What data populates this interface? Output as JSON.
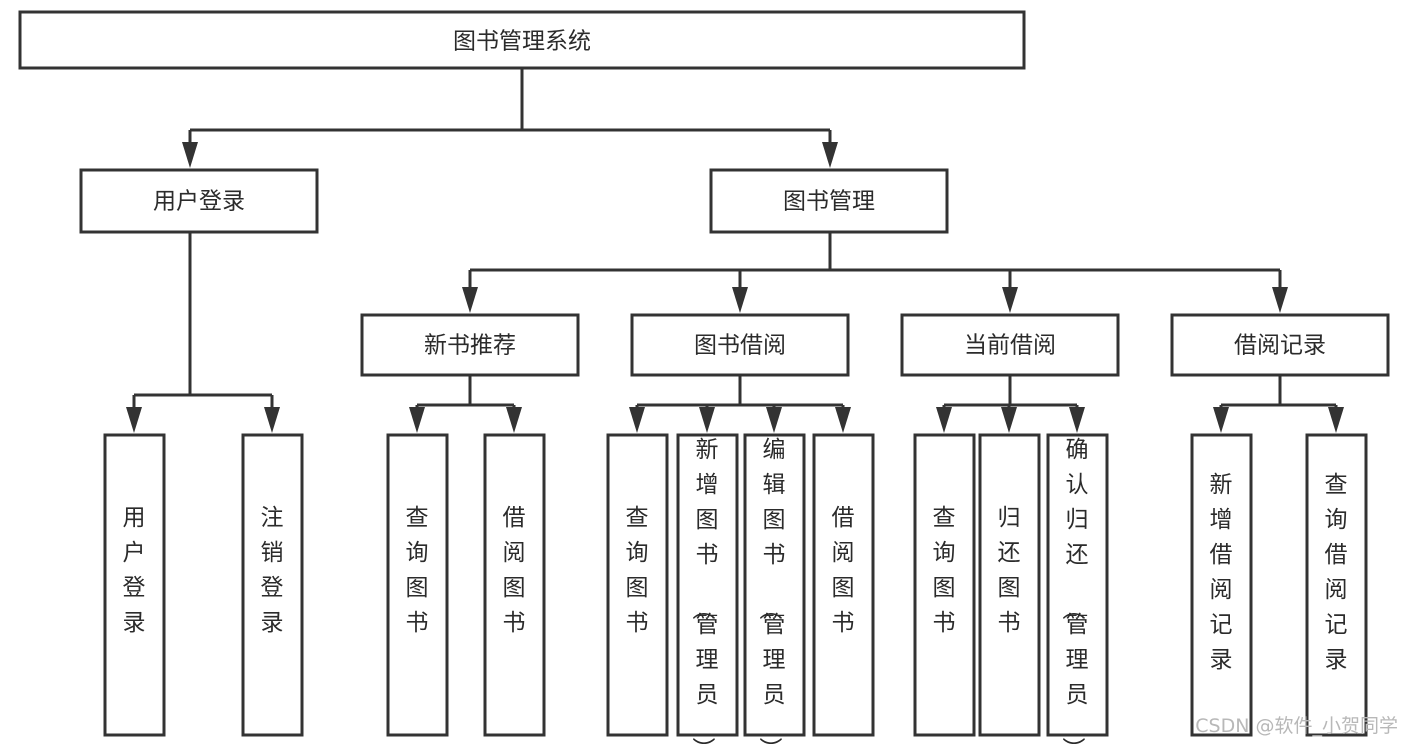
{
  "diagram": {
    "title": "图书管理系统",
    "type": "tree-hierarchy",
    "root": {
      "id": "root",
      "label": "图书管理系统",
      "level": 0
    },
    "level2": [
      {
        "id": "user-login",
        "label": "用户登录",
        "level": 1
      },
      {
        "id": "book-manage",
        "label": "图书管理",
        "level": 1
      }
    ],
    "level3": [
      {
        "id": "new-book-recommend",
        "label": "新书推荐",
        "level": 2,
        "parent": "book-manage"
      },
      {
        "id": "book-borrow",
        "label": "图书借阅",
        "level": 2,
        "parent": "book-manage"
      },
      {
        "id": "current-borrow",
        "label": "当前借阅",
        "level": 2,
        "parent": "book-manage"
      },
      {
        "id": "borrow-record",
        "label": "借阅记录",
        "level": 2,
        "parent": "book-manage"
      }
    ],
    "leaves": [
      {
        "id": "leaf-user-login",
        "label": "用户登录",
        "parent": "user-login"
      },
      {
        "id": "leaf-logout-login",
        "label": "注销登录",
        "parent": "user-login"
      },
      {
        "id": "leaf-query-book-rec",
        "label": "查询图书",
        "parent": "new-book-recommend"
      },
      {
        "id": "leaf-borrow-book-rec",
        "label": "借阅图书",
        "parent": "new-book-recommend"
      },
      {
        "id": "leaf-query-book-borrow",
        "label": "查询图书",
        "parent": "book-borrow"
      },
      {
        "id": "leaf-add-book-admin",
        "label": "新增图书（管理员）",
        "parent": "book-borrow"
      },
      {
        "id": "leaf-edit-book-admin",
        "label": "编辑图书（管理员）",
        "parent": "book-borrow"
      },
      {
        "id": "leaf-borrow-book",
        "label": "借阅图书",
        "parent": "book-borrow"
      },
      {
        "id": "leaf-query-book-current",
        "label": "查询图书",
        "parent": "current-borrow"
      },
      {
        "id": "leaf-return-book",
        "label": "归还图书",
        "parent": "current-borrow"
      },
      {
        "id": "leaf-confirm-return-admin",
        "label": "确认归还（管理员）",
        "parent": "current-borrow"
      },
      {
        "id": "leaf-add-borrow-record",
        "label": "新增借阅记录",
        "parent": "borrow-record"
      },
      {
        "id": "leaf-query-borrow-record",
        "label": "查询借阅记录",
        "parent": "borrow-record"
      }
    ]
  },
  "watermark": {
    "text": "CSDN @软件_小贺同学"
  },
  "colors": {
    "stroke": "#333333",
    "box_fill": "#ffffff",
    "text": "#2b2b2b",
    "watermark": "#b8b8b8",
    "background": "#ffffff"
  }
}
